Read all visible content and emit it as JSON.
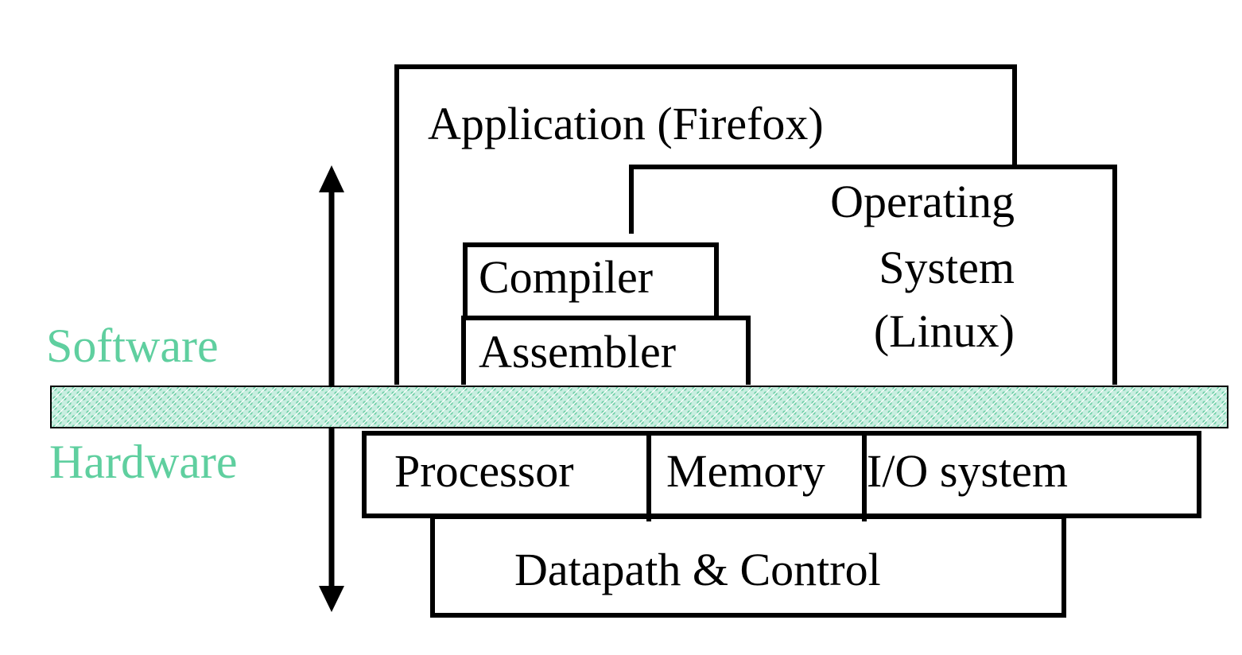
{
  "diagram": {
    "accent_color": "#5fcf9f",
    "divider_color": "#8fdcc0",
    "side_labels": {
      "software": "Software",
      "hardware": "Hardware"
    },
    "software_layers": {
      "application": "Application (Firefox)",
      "operating_system": [
        "Operating",
        "System",
        "(Linux)"
      ],
      "compiler": "Compiler",
      "assembler": "Assembler"
    },
    "hardware_layers": {
      "processor": "Processor",
      "memory": "Memory",
      "io_system": "I/O system",
      "datapath_control": "Datapath & Control"
    },
    "icons": {
      "arrow_up": "arrow-up-icon",
      "arrow_down": "arrow-down-icon"
    }
  }
}
